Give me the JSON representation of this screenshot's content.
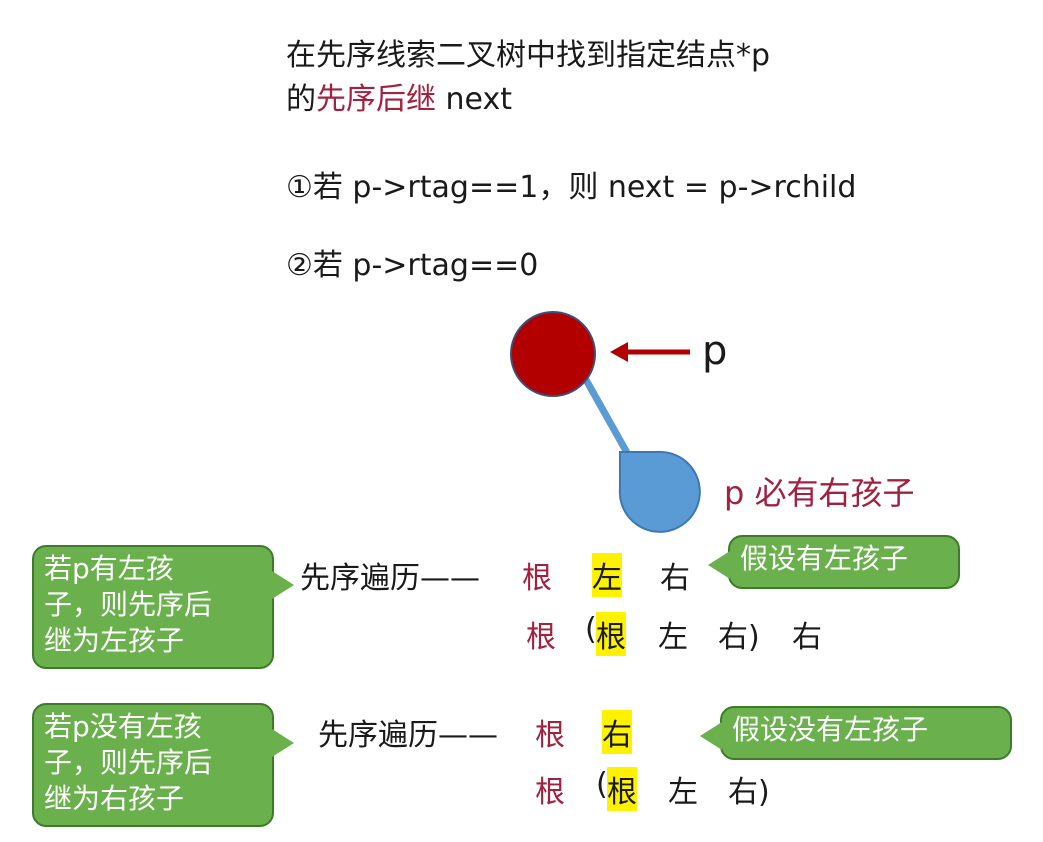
{
  "title": {
    "line1": "在先序线索二叉树中找到指定结点*p",
    "line2_prefix": "的",
    "line2_highlight": "先序后继",
    "line2_suffix": " next"
  },
  "cases": {
    "case1": "①若 p->rtag==1，则 next = p->rchild",
    "case2": "②若 p->rtag==0"
  },
  "diagram": {
    "node_color": "#b20000",
    "child_color": "#5b9bd5",
    "edge_color": "#5b9bd5",
    "arrow_color": "#b20000",
    "pointer_label": "p",
    "child_note": "p 必有右孩子"
  },
  "callouts": {
    "has_left": [
      "若p有左孩",
      "子，则先序后",
      "继为左孩子"
    ],
    "no_left": [
      "若p没有左孩",
      "子，则先序后",
      "继为右孩子"
    ],
    "assume_left": "假设有左孩子",
    "assume_no_left": "假设没有左孩子"
  },
  "traversal_top": {
    "label": "先序遍历——",
    "row1": [
      "根",
      "左",
      "右"
    ],
    "row2": [
      "根",
      "(",
      "根",
      "左",
      "右)",
      "右"
    ]
  },
  "traversal_bottom": {
    "label": "先序遍历——",
    "row1": [
      "根",
      "右"
    ],
    "row2": [
      "根",
      "(",
      "根",
      "左",
      "右)"
    ]
  },
  "colors": {
    "accent_red": "#a3203f",
    "highlight": "#fff200",
    "callout_green": "#6ab04c"
  }
}
